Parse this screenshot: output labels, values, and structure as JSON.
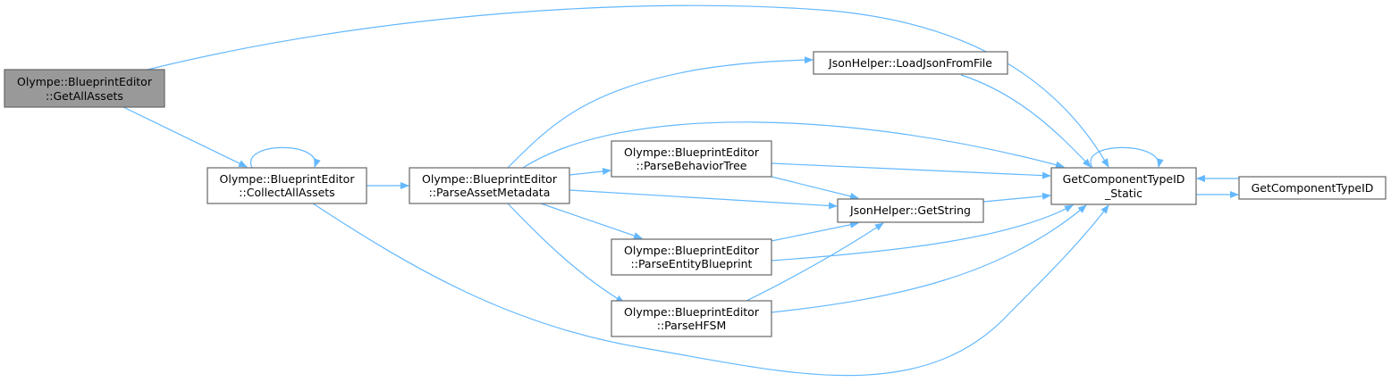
{
  "graph": {
    "edge_color": "#63b8ff",
    "current_node_fill": "#999999",
    "nodes": {
      "get_all_assets": [
        "Olympe::BlueprintEditor",
        "::GetAllAssets"
      ],
      "collect_all_assets": [
        "Olympe::BlueprintEditor",
        "::CollectAllAssets"
      ],
      "parse_asset_metadata": [
        "Olympe::BlueprintEditor",
        "::ParseAssetMetadata"
      ],
      "load_json_from_file": [
        "JsonHelper::LoadJsonFromFile"
      ],
      "parse_behavior_tree": [
        "Olympe::BlueprintEditor",
        "::ParseBehaviorTree"
      ],
      "get_string": [
        "JsonHelper::GetString"
      ],
      "parse_entity_blueprint": [
        "Olympe::BlueprintEditor",
        "::ParseEntityBlueprint"
      ],
      "parse_hfsm": [
        "Olympe::BlueprintEditor",
        "::ParseHFSM"
      ],
      "get_component_type_id_static": [
        "GetComponentTypeID",
        "_Static"
      ],
      "get_component_type_id": [
        "GetComponentTypeID"
      ]
    }
  }
}
